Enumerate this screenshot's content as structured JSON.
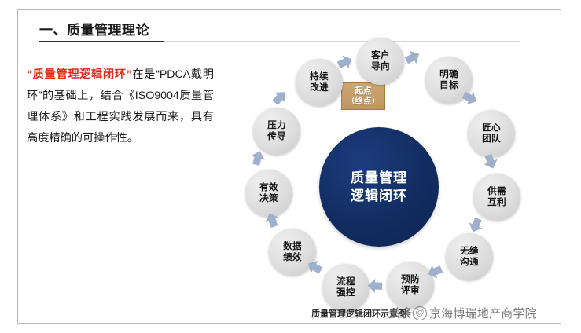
{
  "header": {
    "title": "一、质量管理理论"
  },
  "paragraph": {
    "lead": "“质量管理逻辑闭环”",
    "body": "在是“PDCA戴明环”的基础上，结合《ISO9004质量管理体系》和工程实践发展而来，具有高度精确的可操作性。"
  },
  "diagram": {
    "hub_label": "质量管理\n逻辑闭环",
    "start_badge": "起点\n（终点）",
    "caption": "质量管理逻辑闭环示意图",
    "colors": {
      "hub": "#122C60",
      "node": "#D9D9D9",
      "arrow": "#9FB0CD",
      "badge": "#C8A06B",
      "badge_border": "#A9793F",
      "accent_red": "#E8261C"
    },
    "nodes": [
      {
        "id": "customer-orientation",
        "label": "客户\n导向"
      },
      {
        "id": "clear-goals",
        "label": "明确\n目标"
      },
      {
        "id": "craftsman-team",
        "label": "匠心\n团队"
      },
      {
        "id": "supply-demand",
        "label": "供需\n互利"
      },
      {
        "id": "seamless-communication",
        "label": "无缝\n沟通"
      },
      {
        "id": "preventive-review",
        "label": "预防\n评审"
      },
      {
        "id": "process-control",
        "label": "流程\n强控"
      },
      {
        "id": "data-performance",
        "label": "数据\n绩效"
      },
      {
        "id": "effective-decision",
        "label": "有效\n决策"
      },
      {
        "id": "pressure-transfer",
        "label": "压力\n传导"
      },
      {
        "id": "continuous-improvement",
        "label": "持续\n改进"
      }
    ]
  },
  "watermark": {
    "brand": "头条",
    "at": "@",
    "account": "京海博瑞地产商学院"
  }
}
